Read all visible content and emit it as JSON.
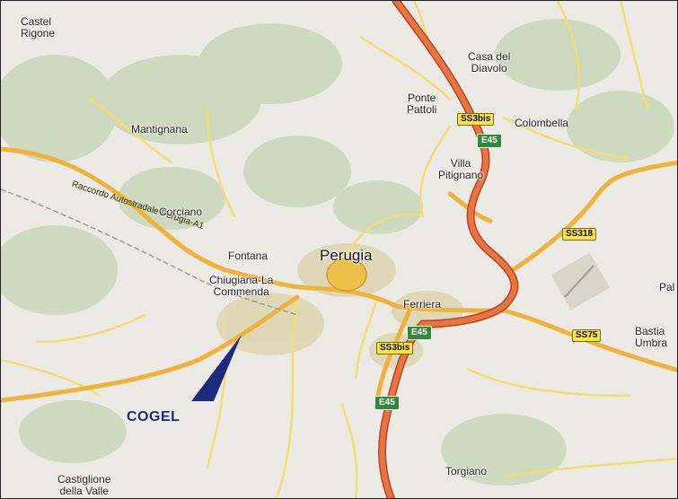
{
  "map": {
    "places": [
      {
        "id": "castel-rigone",
        "lines": [
          "Castel",
          "Rigone"
        ]
      },
      {
        "id": "casa-del-diavolo",
        "lines": [
          "Casa del",
          "Diavolo"
        ]
      },
      {
        "id": "ponte-pattoli",
        "lines": [
          "Ponte",
          "Pattoli"
        ]
      },
      {
        "id": "colombella",
        "lines": [
          "Colombella"
        ]
      },
      {
        "id": "mantignana",
        "lines": [
          "Mantignana"
        ]
      },
      {
        "id": "villa-pitignano",
        "lines": [
          "Villa",
          "Pitignano"
        ]
      },
      {
        "id": "corciano",
        "lines": [
          "Corciano"
        ]
      },
      {
        "id": "fontana",
        "lines": [
          "Fontana"
        ]
      },
      {
        "id": "perugia",
        "lines": [
          "Perugia"
        ]
      },
      {
        "id": "chiugiana",
        "lines": [
          "Chiugiana-La",
          "Commenda"
        ]
      },
      {
        "id": "ferriera",
        "lines": [
          "Ferriera"
        ]
      },
      {
        "id": "bastia",
        "lines": [
          "Bastia",
          "Umbra"
        ]
      },
      {
        "id": "pal",
        "lines": [
          "Pal"
        ]
      },
      {
        "id": "torgiano",
        "lines": [
          "Torgiano"
        ]
      },
      {
        "id": "castiglione",
        "lines": [
          "Castiglione",
          "della Valle"
        ]
      }
    ],
    "shields": {
      "ss3bis_top": "SS3bis",
      "e45_top": "E45",
      "ss318": "SS318",
      "e45_mid": "E45",
      "ss3bis_bottom": "SS3bis",
      "ss75": "SS75",
      "e45_bottom": "E45"
    },
    "road_name": "Raccordo Autostradale Perugia-A1",
    "logo": "COGEL",
    "colors": {
      "land": "#eceae4",
      "forest": "#c9d7b8",
      "highway": "#e06b3a",
      "main_road": "#f0b63c",
      "secondary": "#f6e27c",
      "urban": "#e4deb8",
      "logo": "#1e2a7c"
    }
  }
}
